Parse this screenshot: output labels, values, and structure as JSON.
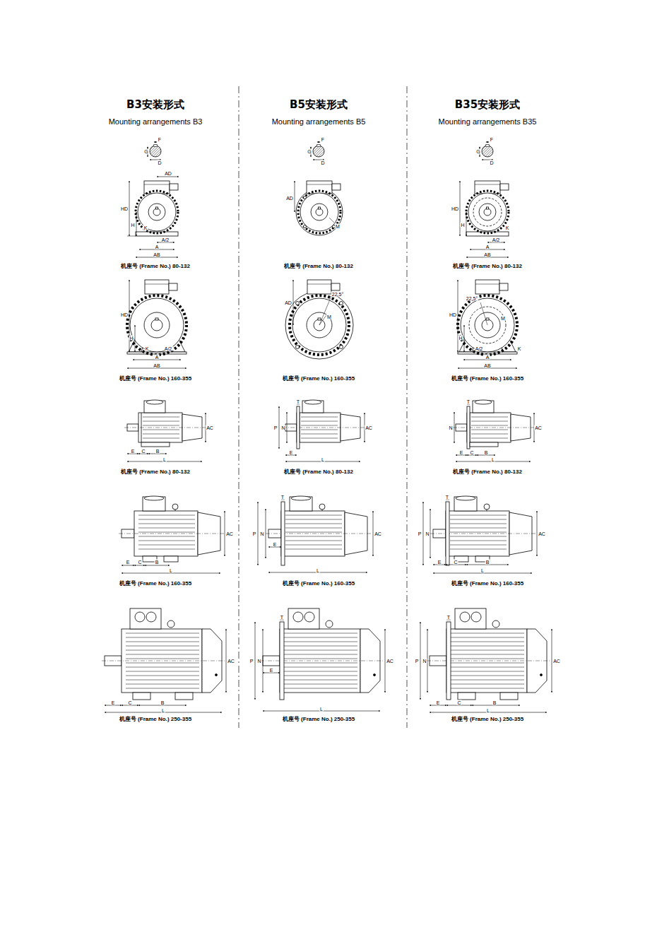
{
  "diagram": {
    "labels": [
      "B3安装形式",
      "Mounting arrangements B3",
      "F",
      "G",
      "D",
      "AD",
      "HD",
      "H",
      "K",
      "A/2",
      "A",
      "AB",
      "机座号 (Frame No.) 80-132",
      "HD",
      "H",
      "K",
      "A/2",
      "A",
      "AB",
      "机座号 (Frame No.) 160-355",
      "AC",
      "E",
      "C",
      "B",
      "L",
      "机座号 (Frame No.) 80-132",
      "AC",
      "E",
      "C",
      "B",
      "L",
      "机座号 (Frame No.) 160-355",
      "AC",
      "E",
      "C",
      "B",
      "L",
      "机座号 (Frame No.) 250-355",
      "B5安装形式",
      "Mounting arrangements B5",
      "F",
      "G",
      "D",
      "AD",
      "M",
      "机座号 (Frame No.) 80-132",
      "AD",
      "22.5°",
      "M",
      "机座号 (Frame No.) 160-355",
      "T",
      "P",
      "N",
      "AC",
      "E",
      "L",
      "机座号 (Frame No.) 80-132",
      "T",
      "P",
      "N",
      "AC",
      "E",
      "L",
      "机座号 (Frame No.) 160-355",
      "T",
      "P",
      "N",
      "AC",
      "E",
      "L",
      "机座号 (Frame No.) 250-355",
      "B35安装形式",
      "Mounting arrangements B35",
      "F",
      "G",
      "D",
      "HD",
      "H",
      "K",
      "A/2",
      "A",
      "AB",
      "机座号 (Frame No.) 80-132",
      "22.5°",
      "HD",
      "H",
      "M",
      "A/2",
      "K",
      "A",
      "AB",
      "机座号 (Frame No.) 160-355",
      "T",
      "N",
      "AC",
      "E",
      "C",
      "B",
      "L",
      "机座号 (Frame No.) 80-132",
      "T",
      "P",
      "N",
      "AC",
      "E",
      "C",
      "B",
      "L",
      "机座号 (Frame No.) 160-355",
      "T",
      "P",
      "N",
      "AC",
      "E",
      "C",
      "B",
      "L",
      "机座号 (Frame No.) 250-355"
    ]
  }
}
